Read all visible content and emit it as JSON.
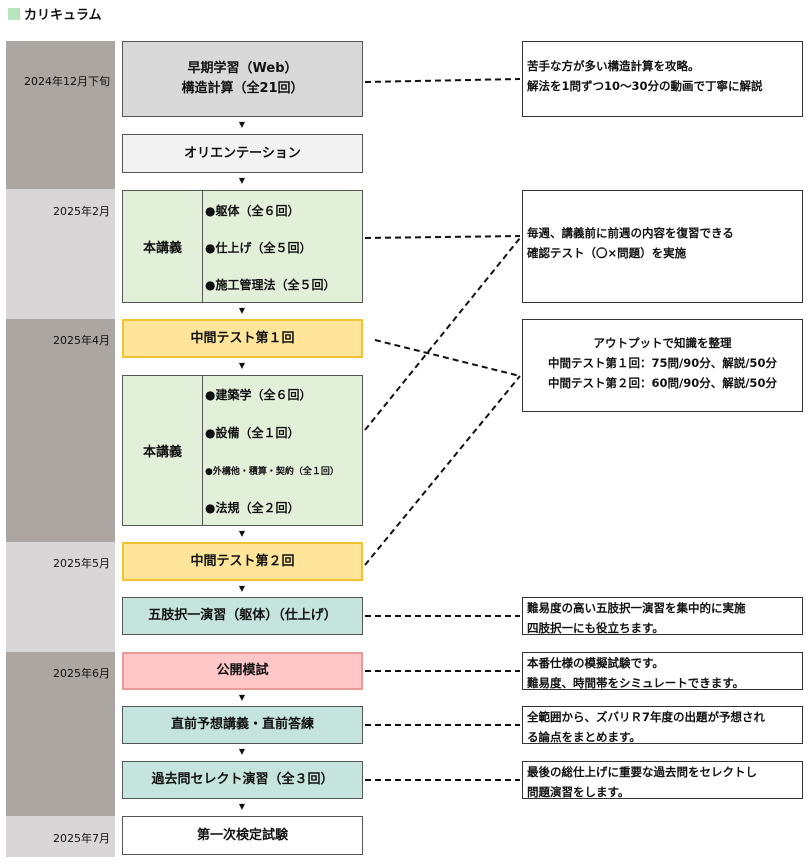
{
  "title": "カリキュラム",
  "dates": [
    "2024年12月下旬",
    "2025年2月",
    "2025年4月",
    "2025年5月",
    "2025年6月",
    "2025年7月"
  ],
  "steps": {
    "web_line1": "早期学習（Web）",
    "web_line2": "構造計算（全21回）",
    "orientation": "オリエンテーション",
    "lecture1_label": "本講義",
    "lecture1_items": [
      "●躯体（全６回）",
      "●仕上げ（全５回）",
      "●施工管理法（全５回）"
    ],
    "midterm1": "中間テスト第１回",
    "lecture2_label": "本講義",
    "lecture2_items": [
      "●建築学（全６回）",
      "●設備（全１回）",
      "●外構他・積算・契約（全１回）",
      "●法規（全２回）"
    ],
    "midterm2": "中間テスト第２回",
    "drill": "五肢択一演習（躯体）（仕上げ）",
    "mock_exam": "公開模試",
    "final_lecture": "直前予想講義・直前答練",
    "past_exam": "過去問セレクト演習（全３回）",
    "exam": "第一次検定試験"
  },
  "notes": {
    "web": [
      "苦手な方が多い構造計算を攻略。",
      "解法を1問ずつ10～30分の動画で丁寧に解説"
    ],
    "weekly": [
      "毎週、講義前に前週の内容を復習できる",
      "確認テスト（〇×問題）を実施"
    ],
    "output": [
      "アウトプットで知識を整理",
      "中間テスト第１回：75問/90分、解説/50分",
      "中間テスト第２回：60問/90分、解説/50分"
    ],
    "drill": [
      "難易度の高い五肢択一演習を集中的に実施",
      "四肢択一にも役立ちます。"
    ],
    "mock": [
      "本番仕様の模擬試験です。",
      "難易度、時間帯をシミュレートできます。"
    ],
    "final": [
      "全範囲から、ズバリＲ7年度の出題が予想され",
      "る論点をまとめます。"
    ],
    "past": [
      "最後の総仕上げに重要な過去問をセレクトし",
      "問題演習をします。"
    ]
  },
  "arrow_glyph": "▼",
  "colors": {
    "band_dark": "#aba6a2",
    "band_light": "#d8d6d6",
    "lecture_green": "#e2efd9",
    "midterm_yellow": "#ffe599",
    "drill_teal": "#c5e4dd",
    "mock_pink": "#ffc7c7",
    "legend_green": "#b7e4bd"
  }
}
